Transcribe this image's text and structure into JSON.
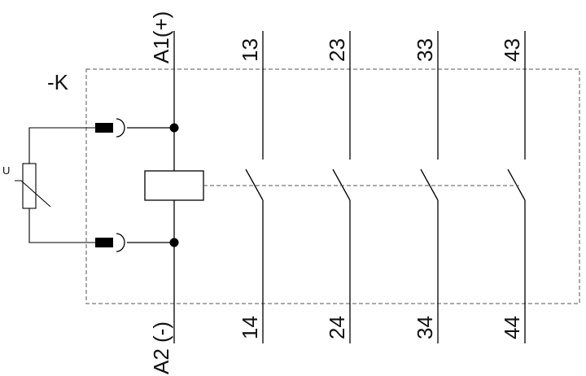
{
  "device_label": "-K",
  "coil": {
    "terminal_top": "A1(+)",
    "terminal_bottom": "A2 (-)"
  },
  "varistor": {
    "label": "U"
  },
  "contacts": [
    {
      "top": "13",
      "bottom": "14"
    },
    {
      "top": "23",
      "bottom": "24"
    },
    {
      "top": "33",
      "bottom": "34"
    },
    {
      "top": "43",
      "bottom": "44"
    }
  ],
  "colors": {
    "line": "#000000",
    "dashed_box": "#555555",
    "background": "#ffffff"
  }
}
